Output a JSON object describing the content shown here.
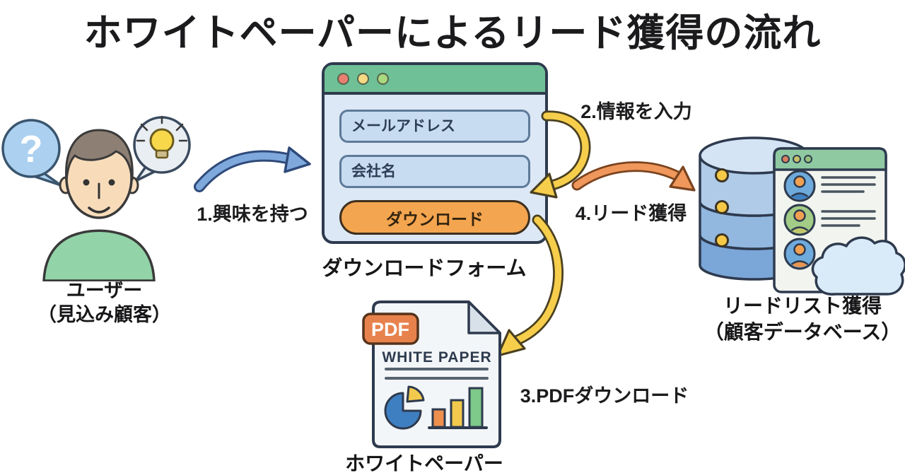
{
  "title": "ホワイトペーパーによるリード獲得の流れ",
  "user": {
    "question_mark": "?",
    "caption_line1": "ユーザー",
    "caption_line2": "（見込み顧客）"
  },
  "steps": {
    "step1": {
      "label": "1.興味を持つ",
      "arrow_color": "#7fa9dc"
    },
    "step2": {
      "label": "2.情報を入力",
      "arrow_color": "#f6ce4b"
    },
    "step3": {
      "label": "3.PDFダウンロード",
      "arrow_color": "#f6ce4b"
    },
    "step4": {
      "label": "4.リード獲得",
      "arrow_color": "#f0975b"
    }
  },
  "download_form": {
    "caption": "ダウンロードフォーム",
    "email_placeholder": "メールアドレス",
    "company_placeholder": "会社名",
    "button_label": "ダウンロード"
  },
  "whitepaper": {
    "badge": "PDF",
    "heading": "WHITE PAPER",
    "caption": "ホワイトペーパー"
  },
  "database": {
    "caption_line1": "リードリスト獲得",
    "caption_line2": "（顧客データベース）"
  },
  "colors": {
    "outline_dark": "#2e3a4e",
    "window_header_green": "#6fc096",
    "form_body_blue": "#dce8f5",
    "input_blue": "#c8dcf1",
    "button_orange": "#f4a54f",
    "pdf_badge_orange": "#e8824d",
    "shirt_green": "#92d4a8",
    "bubble_blue": "#abd0f0",
    "bulb_yellow": "#f7d84b",
    "db_cylinder_blue": "#92b8e0",
    "cloud_blue": "#d9eaf8"
  }
}
